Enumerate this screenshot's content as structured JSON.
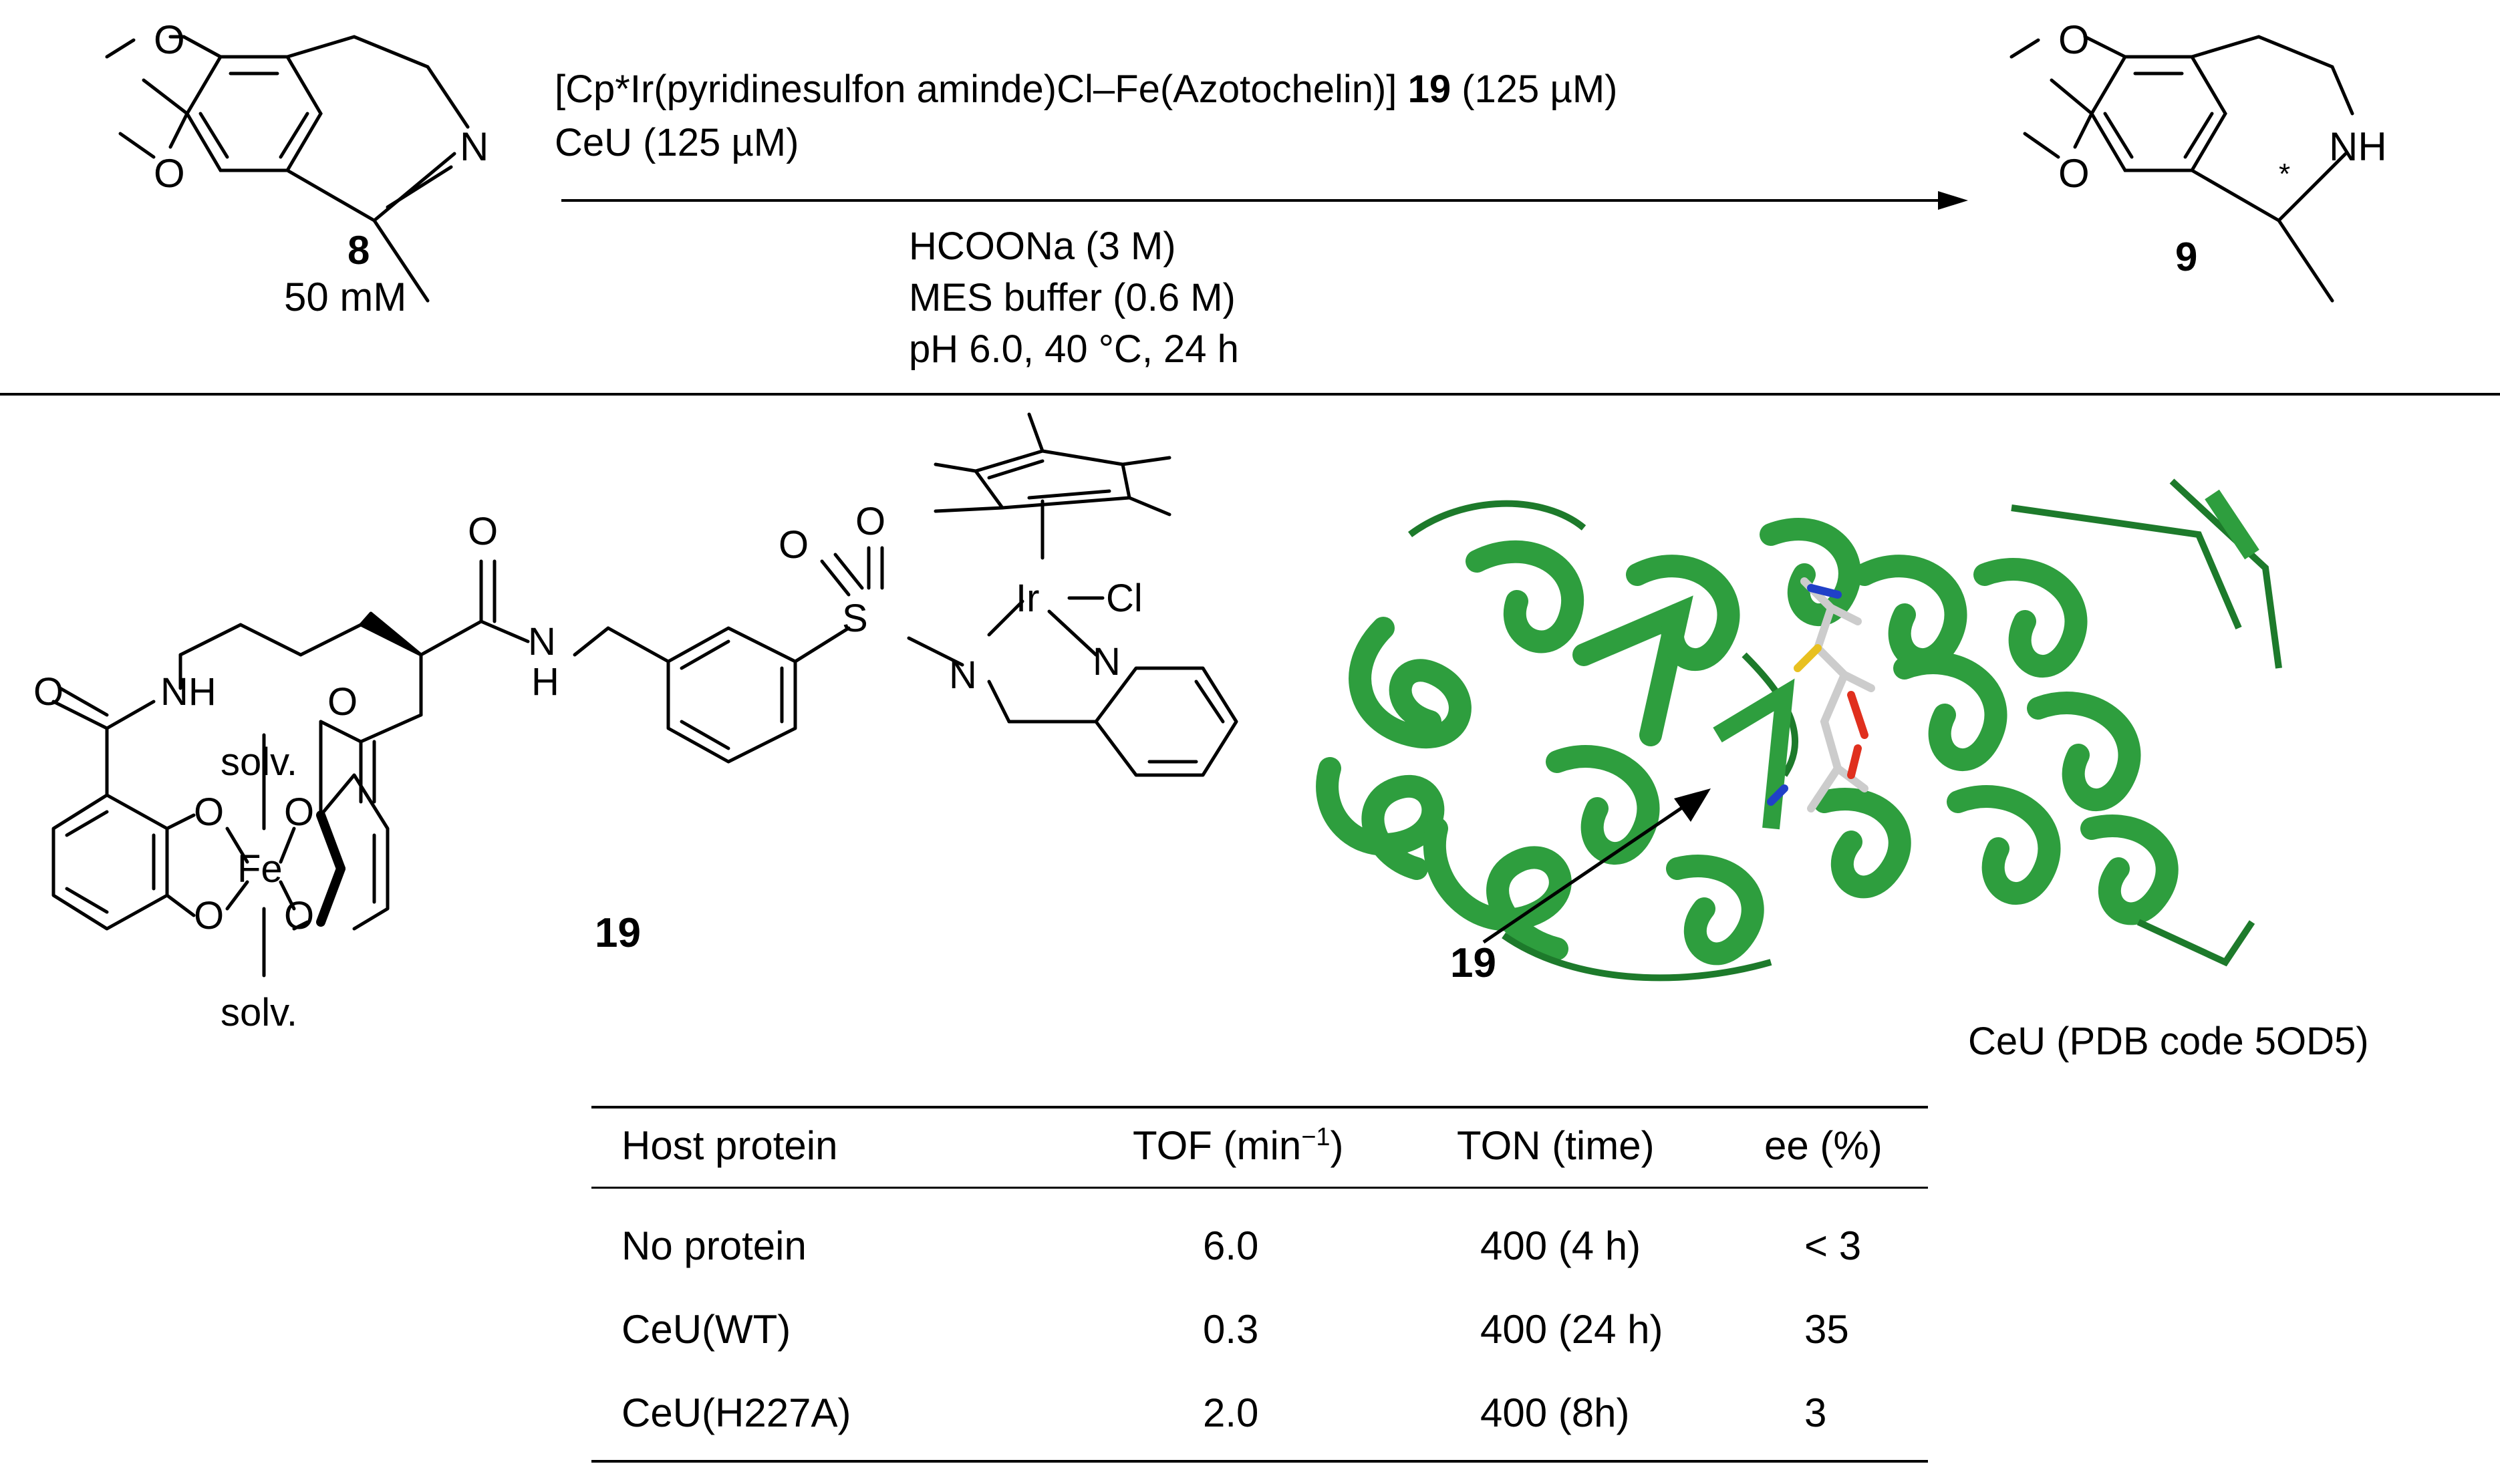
{
  "reaction": {
    "substrate_label": "8",
    "substrate_conc": "50 mM",
    "product_label": "9",
    "catalyst_text": "[Cp*Ir(pyridinesulfon aminde)Cl–Fe(Azotochelin)]",
    "catalyst_num": "19",
    "catalyst_conc": "(125 µM)",
    "protein_line": "CeU (125 µM)",
    "conditions": [
      "HCOONa (3 M)",
      "MES buffer (0.6 M)",
      "pH 6.0, 40 °C, 24 h"
    ]
  },
  "structure": {
    "compound_label": "19",
    "atoms": {
      "O": "O",
      "N": "N",
      "NH": "NH",
      "H": "H",
      "S": "S",
      "Ir": "Ir",
      "Cl": "Cl",
      "Fe": "Fe",
      "solv": "solv.",
      "star": "*"
    }
  },
  "protein_figure": {
    "arrow_label": "19",
    "caption": "CeU (PDB code 5OD5)",
    "colors": {
      "cartoon": "#2e9e3e",
      "cartoon_dark": "#1d7a2b",
      "ligand": "#cccccc",
      "oxygen": "#e0301e",
      "nitrogen": "#2040c8",
      "sulfur": "#e8c020"
    }
  },
  "table": {
    "headers": [
      "Host protein",
      "TOF (min",
      "TON (time)",
      "ee (%)"
    ],
    "tof_sup": "−1",
    "tof_close": ")",
    "rows": [
      [
        "No protein",
        "6.0",
        "400 (4 h)",
        "< 3"
      ],
      [
        "CeU(WT)",
        "0.3",
        "400 (24 h)",
        "35"
      ],
      [
        "CeU(H227A)",
        "2.0",
        "400 (8h)",
        "3"
      ]
    ]
  }
}
